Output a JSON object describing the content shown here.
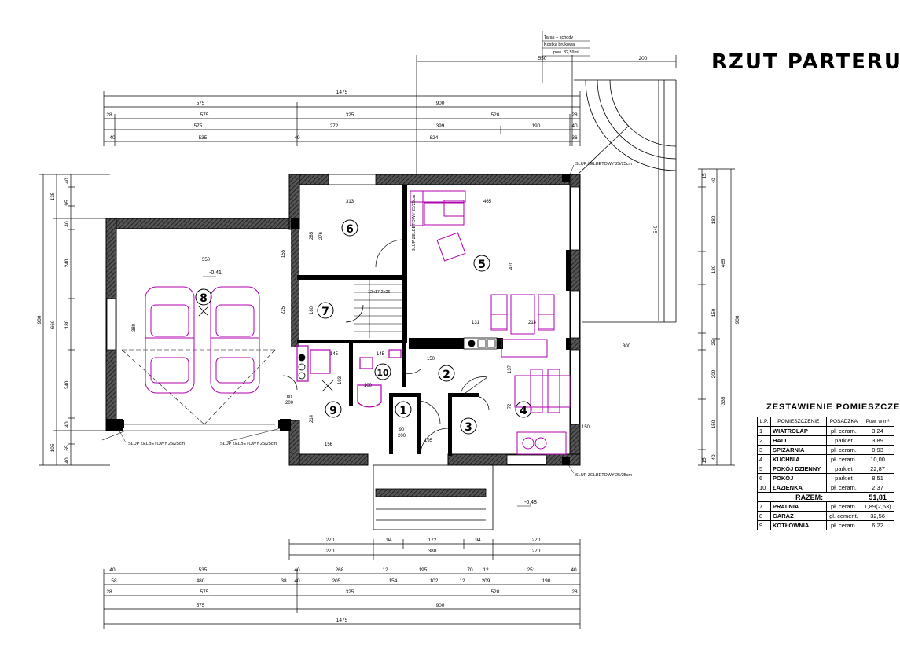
{
  "header": {
    "title": "RZUT PARTERU"
  },
  "terrace_note": {
    "line1": "Taras + schody",
    "line2": "Kostka brukowa",
    "line3": "pow. 32,59m²"
  },
  "room_numbers": {
    "r1": "1",
    "r2": "2",
    "r3": "3",
    "r4": "4",
    "r5": "5",
    "r6": "6",
    "r7": "7",
    "r8": "8",
    "r9": "9",
    "r10": "10"
  },
  "labels": {
    "column_ne": "SLUP ZELBETOWY 25/25cm",
    "column_sw1": "SLUP ZELBETOWY 25/25cm",
    "column_sw2": "SLUP ZELBETOWY 25/25cm",
    "column_se": "SLUP ZELBETOWY 25/25cm",
    "level_garage": "-0,41",
    "level_entry": "-0,48",
    "stairs_spec": "12x17,2x26",
    "vent1": "SLUP ZELBETOWY 25/25cm"
  },
  "dims_top": {
    "r0_a": "550",
    "r0_b": "200",
    "r1_total": "1475",
    "r2_a": "575",
    "r2_b": "900",
    "r3": [
      "28",
      "575",
      "325",
      "520",
      "28"
    ],
    "r4": [
      "575",
      "272",
      "399",
      "190",
      "40"
    ],
    "r5": [
      "40",
      "535",
      "40",
      "824",
      "36"
    ]
  },
  "dims_bottom": {
    "r1": [
      "270",
      "94",
      "172",
      "94",
      "270"
    ],
    "r2": [
      "270",
      "380",
      "270"
    ],
    "r3": [
      "40",
      "535",
      "40",
      "268",
      "12",
      "195",
      "70",
      "12",
      "251",
      "40"
    ],
    "r4": [
      "58",
      "480",
      "38",
      "40",
      "205",
      "154",
      "102",
      "12",
      "209",
      "190"
    ],
    "r5": [
      "28",
      "575",
      "325",
      "520",
      "28"
    ],
    "r6": [
      "575",
      "900"
    ],
    "r7": [
      "1475"
    ]
  },
  "dims_left": {
    "total": "900",
    "mid": [
      "135",
      "660",
      "105"
    ],
    "inner": [
      "40",
      "95",
      "40",
      "240",
      "180",
      "240",
      "40",
      "65",
      "40"
    ]
  },
  "dims_right": {
    "total": "900",
    "mid": [
      "465",
      "335"
    ],
    "inner": [
      "15",
      "40",
      "180",
      "130",
      "150",
      "25",
      "200",
      "150",
      "15",
      "40"
    ]
  },
  "interior_dims": {
    "d313": "313",
    "d465": "465",
    "d550": "550",
    "d470": "470",
    "d540": "540",
    "d131": "131",
    "d214": "214",
    "d300": "300",
    "d380": "380",
    "d285": "285",
    "d276": "276",
    "d155": "155",
    "d225": "225",
    "d180": "180",
    "d145a": "145",
    "d145b": "145",
    "d156": "156",
    "d214b": "214",
    "d193": "193",
    "d137": "137",
    "d195": "195",
    "d72": "72",
    "d150a": "150",
    "d150b": "150",
    "d100": "100",
    "d90a": "90",
    "d200a": "200",
    "d80": "80",
    "d200b": "200"
  },
  "table": {
    "title": "ZESTAWIENIE POMIESZCZEN",
    "headers": [
      "L.P.",
      "POMIESZCZENIE",
      "POSADZKA",
      "Pow. w m²"
    ],
    "rows": [
      [
        "1",
        "WIATROLAP",
        "pł. ceram.",
        "3,24"
      ],
      [
        "2",
        "HALL",
        "parkiet",
        "3,89"
      ],
      [
        "3",
        "SPIŻARNIA",
        "pł. ceram.",
        "0,93"
      ],
      [
        "4",
        "KUCHNIA",
        "pł. ceram.",
        "10,00"
      ],
      [
        "5",
        "POKÓJ DZIENNY",
        "parkiet",
        "22,87"
      ],
      [
        "6",
        "POKÓJ",
        "parkiet",
        "8,51"
      ],
      [
        "10",
        "ŁAZIENKA",
        "pł. ceram.",
        "2,37"
      ]
    ],
    "sum_label": "RAZEM:",
    "sum_value": "51,81",
    "rows2": [
      [
        "7",
        "PRALNIA",
        "pł. ceram.",
        "1,89(2,53)"
      ],
      [
        "8",
        "GARAŻ",
        "gł. cement.",
        "32,56"
      ],
      [
        "9",
        "KOTŁOWNIA",
        "pł. ceram.",
        "6,22"
      ]
    ]
  },
  "colors": {
    "wall": "#000000",
    "furniture": "#b000b0",
    "line": "#000000"
  }
}
